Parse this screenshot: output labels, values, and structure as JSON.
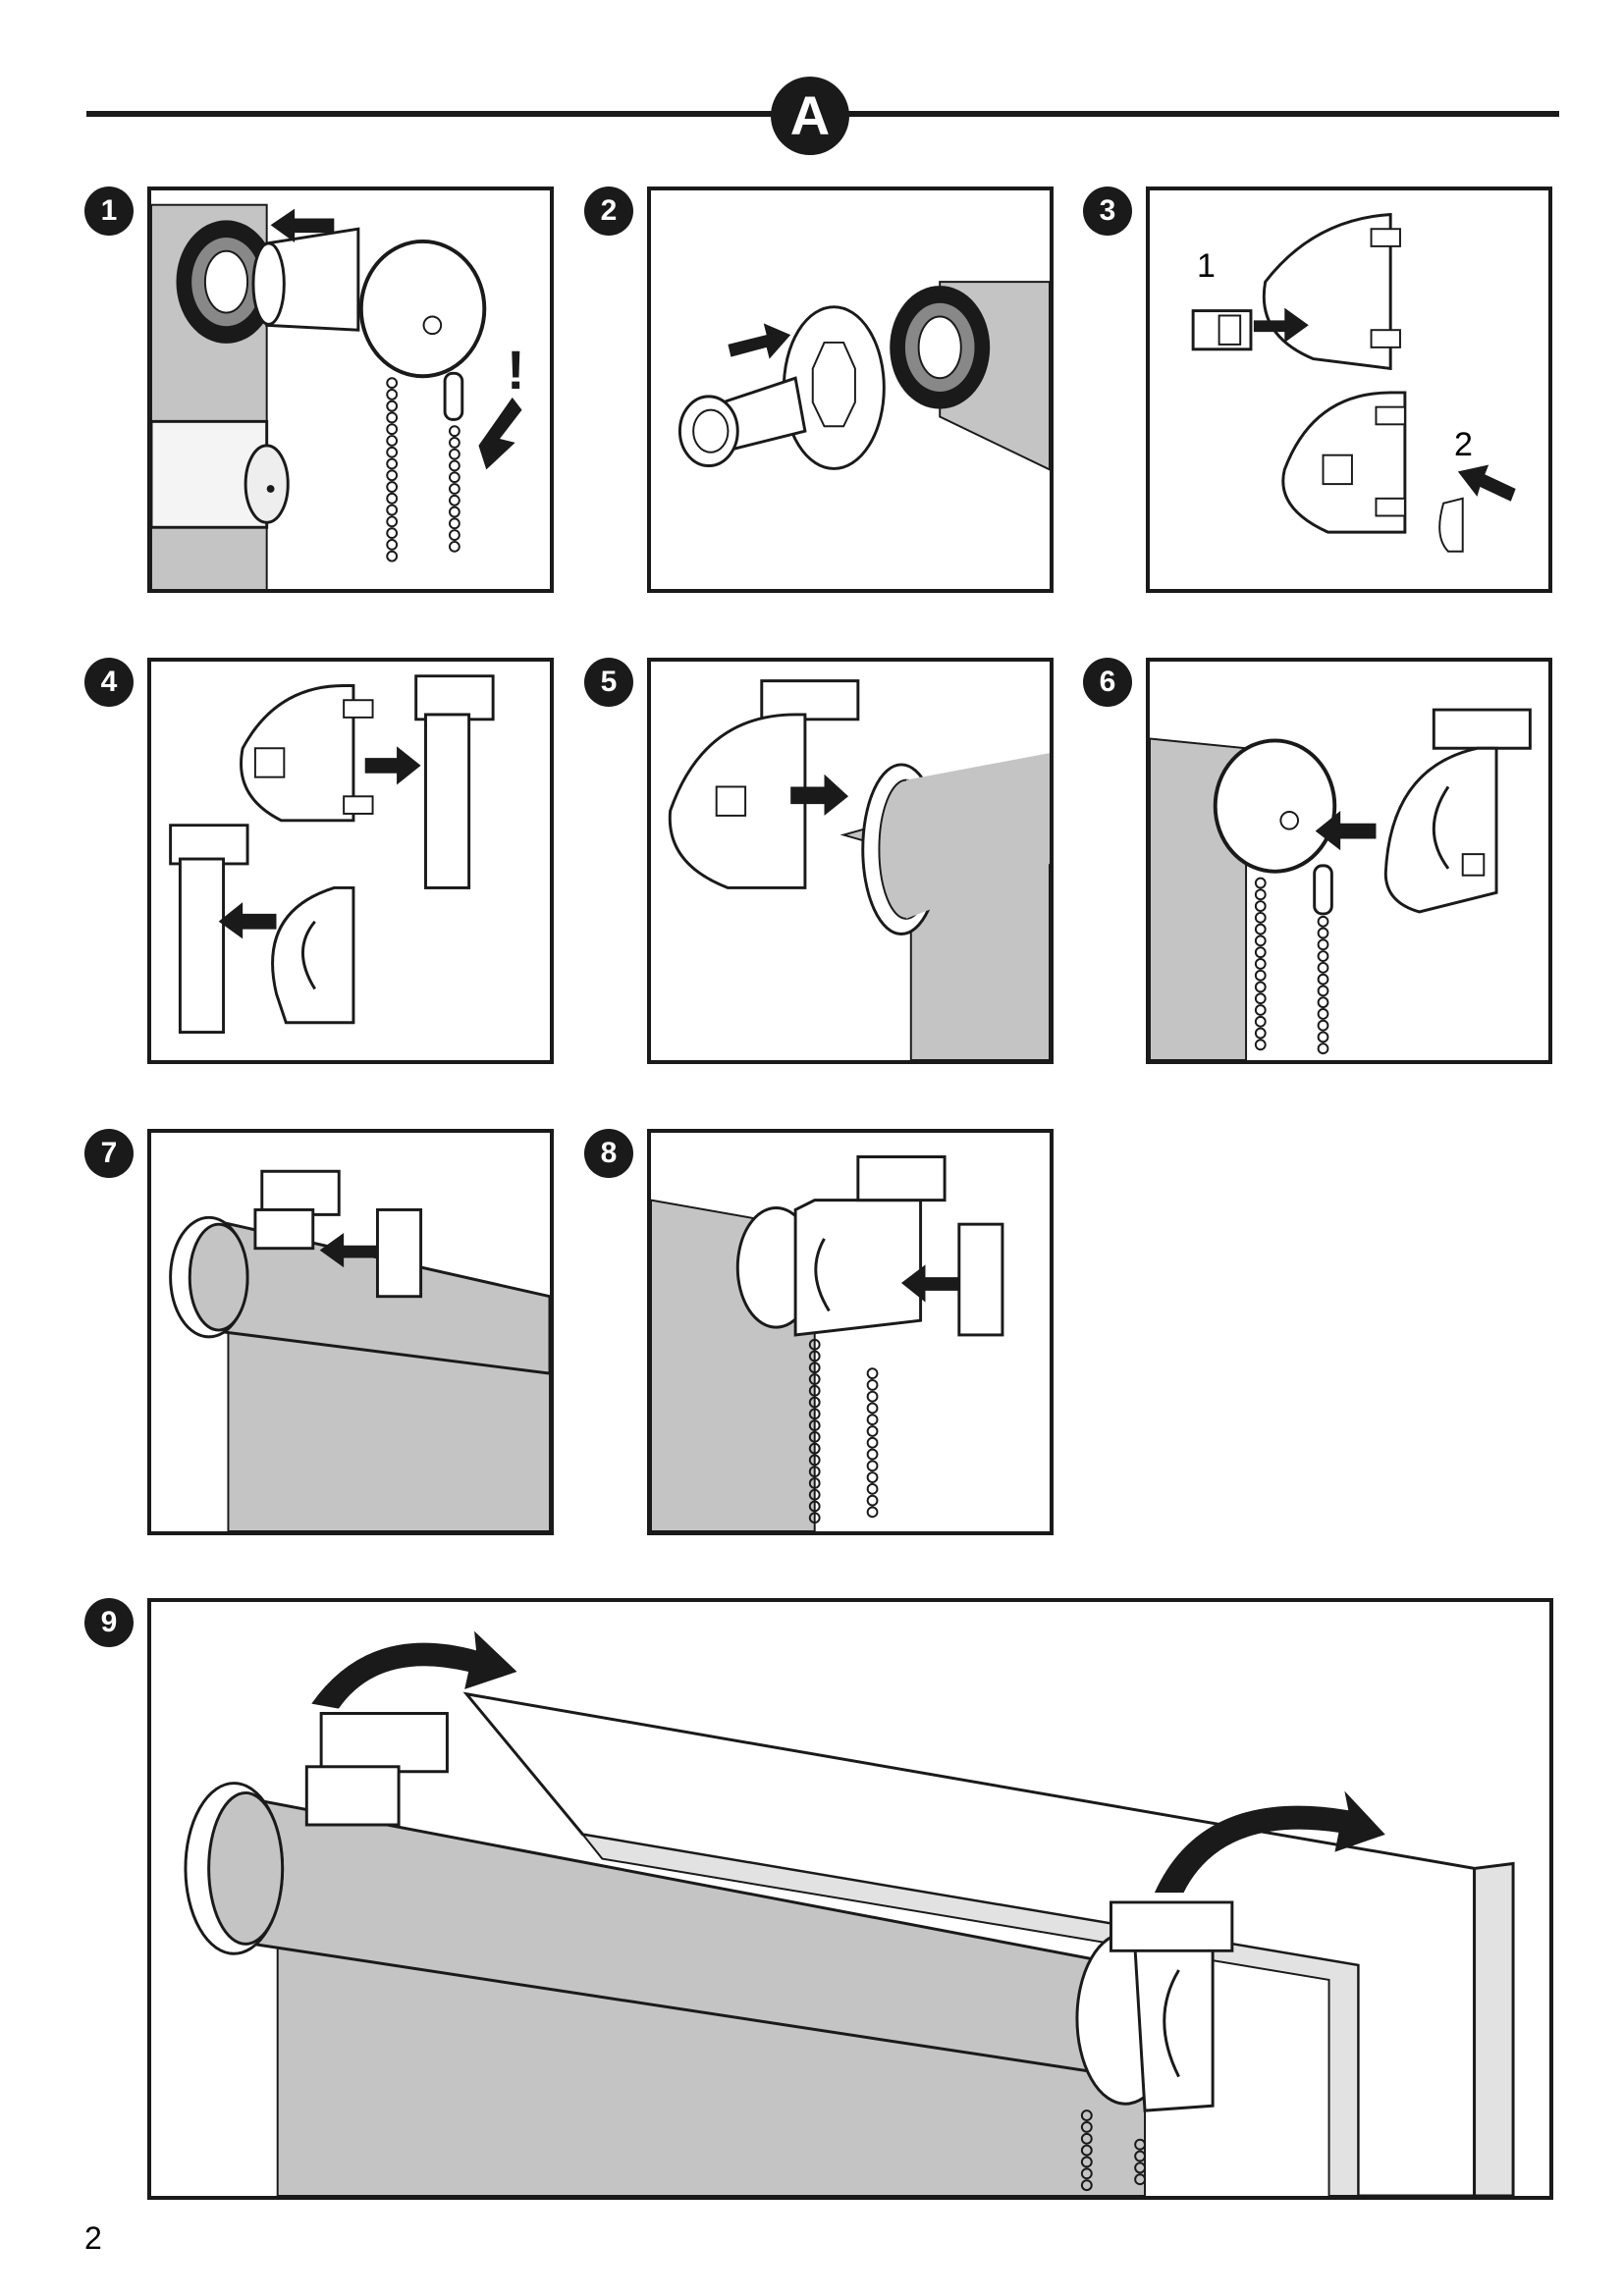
{
  "section": {
    "label": "A"
  },
  "steps": [
    {
      "number": "1"
    },
    {
      "number": "2"
    },
    {
      "number": "3",
      "sub_labels": [
        "1",
        "2"
      ]
    },
    {
      "number": "4"
    },
    {
      "number": "5"
    },
    {
      "number": "6"
    },
    {
      "number": "7"
    },
    {
      "number": "8"
    },
    {
      "number": "9"
    }
  ],
  "warning_mark": "!",
  "page_number": "2",
  "colors": {
    "ink": "#1a1a1a",
    "fabric": "#c4c4c4",
    "light": "#e2e2e2"
  },
  "icons": [
    "arrow-icon",
    "bead-chain-icon",
    "bracket-icon",
    "roller-icon"
  ]
}
